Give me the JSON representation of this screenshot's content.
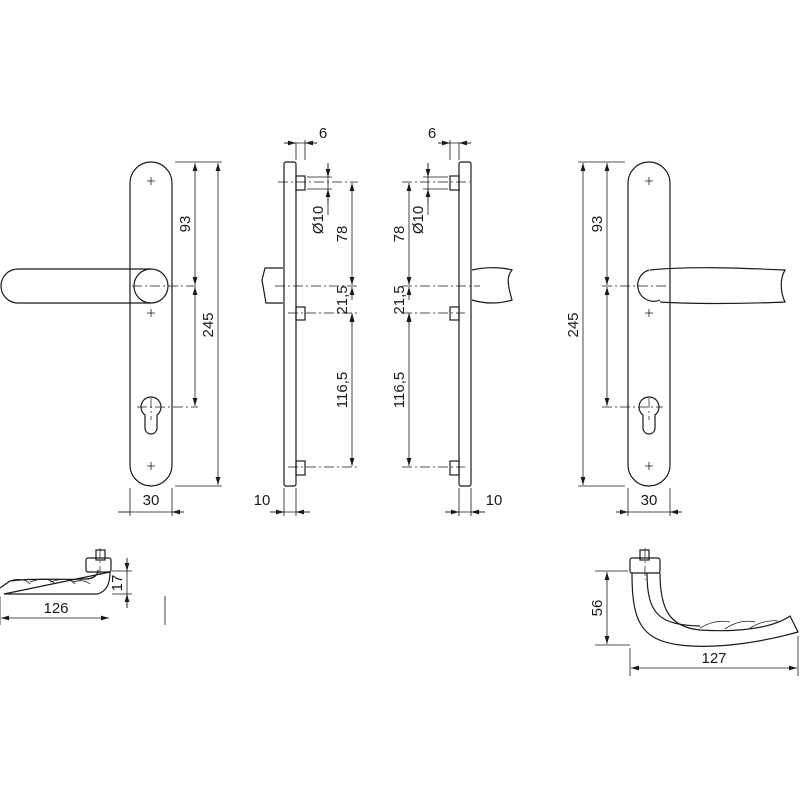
{
  "drawing": {
    "front_left": {
      "height_total": "245",
      "lever_offset": "93",
      "width": "30"
    },
    "side_left": {
      "pin_length": "6",
      "pin_diameter": "Ø10",
      "upper_spacing": "78",
      "middle_spacing": "21,5",
      "lower_spacing": "116,5",
      "thickness": "10"
    },
    "side_right": {
      "pin_length": "6",
      "pin_diameter": "Ø10",
      "upper_spacing": "78",
      "middle_spacing": "21,5",
      "lower_spacing": "116,5",
      "thickness": "10"
    },
    "front_right": {
      "height_total": "245",
      "lever_offset": "93",
      "width": "30"
    },
    "lever_straight": {
      "projection": "17",
      "length": "126"
    },
    "lever_curved": {
      "projection": "56",
      "length": "127"
    }
  },
  "colors": {
    "line": "#1a1a1a",
    "background": "#ffffff"
  }
}
